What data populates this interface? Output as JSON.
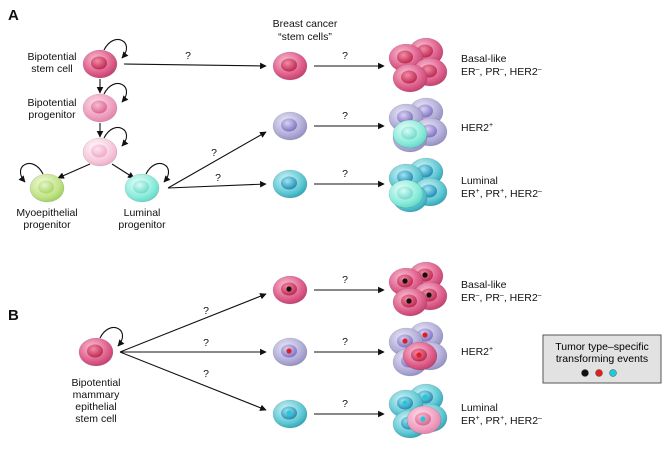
{
  "panel_a": {
    "label": "A",
    "header_line1": "Breast cancer",
    "header_line2": "“stem cells”",
    "bipotential_stem_cell": [
      "Bipotential",
      "stem cell"
    ],
    "bipotential_progenitor": [
      "Bipotential",
      "progenitor"
    ],
    "myoepithelial_progenitor": [
      "Myoepithelial",
      "progenitor"
    ],
    "luminal_progenitor": [
      "Luminal",
      "progenitor"
    ],
    "tumor_basal": [
      "Basal-like",
      "ER",
      "–",
      ", PR",
      "–",
      ", HER2",
      "–"
    ],
    "tumor_her2": [
      "HER2",
      "+"
    ],
    "tumor_luminal": [
      "Luminal",
      "ER",
      "+",
      ", PR",
      "+",
      ", HER2",
      "–"
    ],
    "question": "?"
  },
  "panel_b": {
    "label": "B",
    "stem_cell": [
      "Bipotential",
      "mammary",
      "epithelial",
      "stem cell"
    ],
    "tumor_basal": [
      "Basal-like",
      "ER",
      "–",
      ", PR",
      "–",
      ", HER2",
      "–"
    ],
    "tumor_her2": [
      "HER2",
      "+"
    ],
    "tumor_luminal": [
      "Luminal",
      "ER",
      "+",
      ", PR",
      "+",
      ", HER2",
      "–"
    ],
    "question": "?"
  },
  "legend": {
    "title_line1": "Tumor type–specific",
    "title_line2": "transforming events",
    "dot_colors": [
      "#111111",
      "#e02020",
      "#20c8d8"
    ]
  },
  "colors": {
    "pink_deep": "#d84a7a",
    "pink_mid": "#ec8cb0",
    "pink_light": "#f4b8d2",
    "green": "#b4dc7a",
    "cyan": "#7ee6d6",
    "lavender": "#a8a4d2",
    "teal": "#3ab8c4"
  }
}
